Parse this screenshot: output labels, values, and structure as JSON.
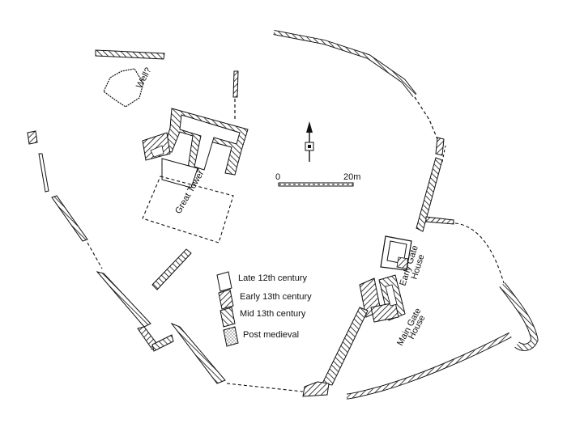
{
  "map": {
    "labels": {
      "well": "Well?",
      "great_tower": "Great Tower",
      "early_gate_line1": "Early Gate",
      "early_gate_line2": "House",
      "main_gate_line1": "Main Gate",
      "main_gate_line2": "House"
    },
    "scale": {
      "start": "0",
      "end": "20m"
    },
    "legend": [
      {
        "label": "Late 12th century",
        "swatch": "blank"
      },
      {
        "label": "Early 13th century",
        "swatch": "hatch-right"
      },
      {
        "label": "Mid 13th century",
        "swatch": "hatch-left"
      },
      {
        "label": "Post medieval",
        "swatch": "stipple"
      }
    ],
    "colors": {
      "ink": "#111111",
      "paper": "#ffffff"
    }
  }
}
